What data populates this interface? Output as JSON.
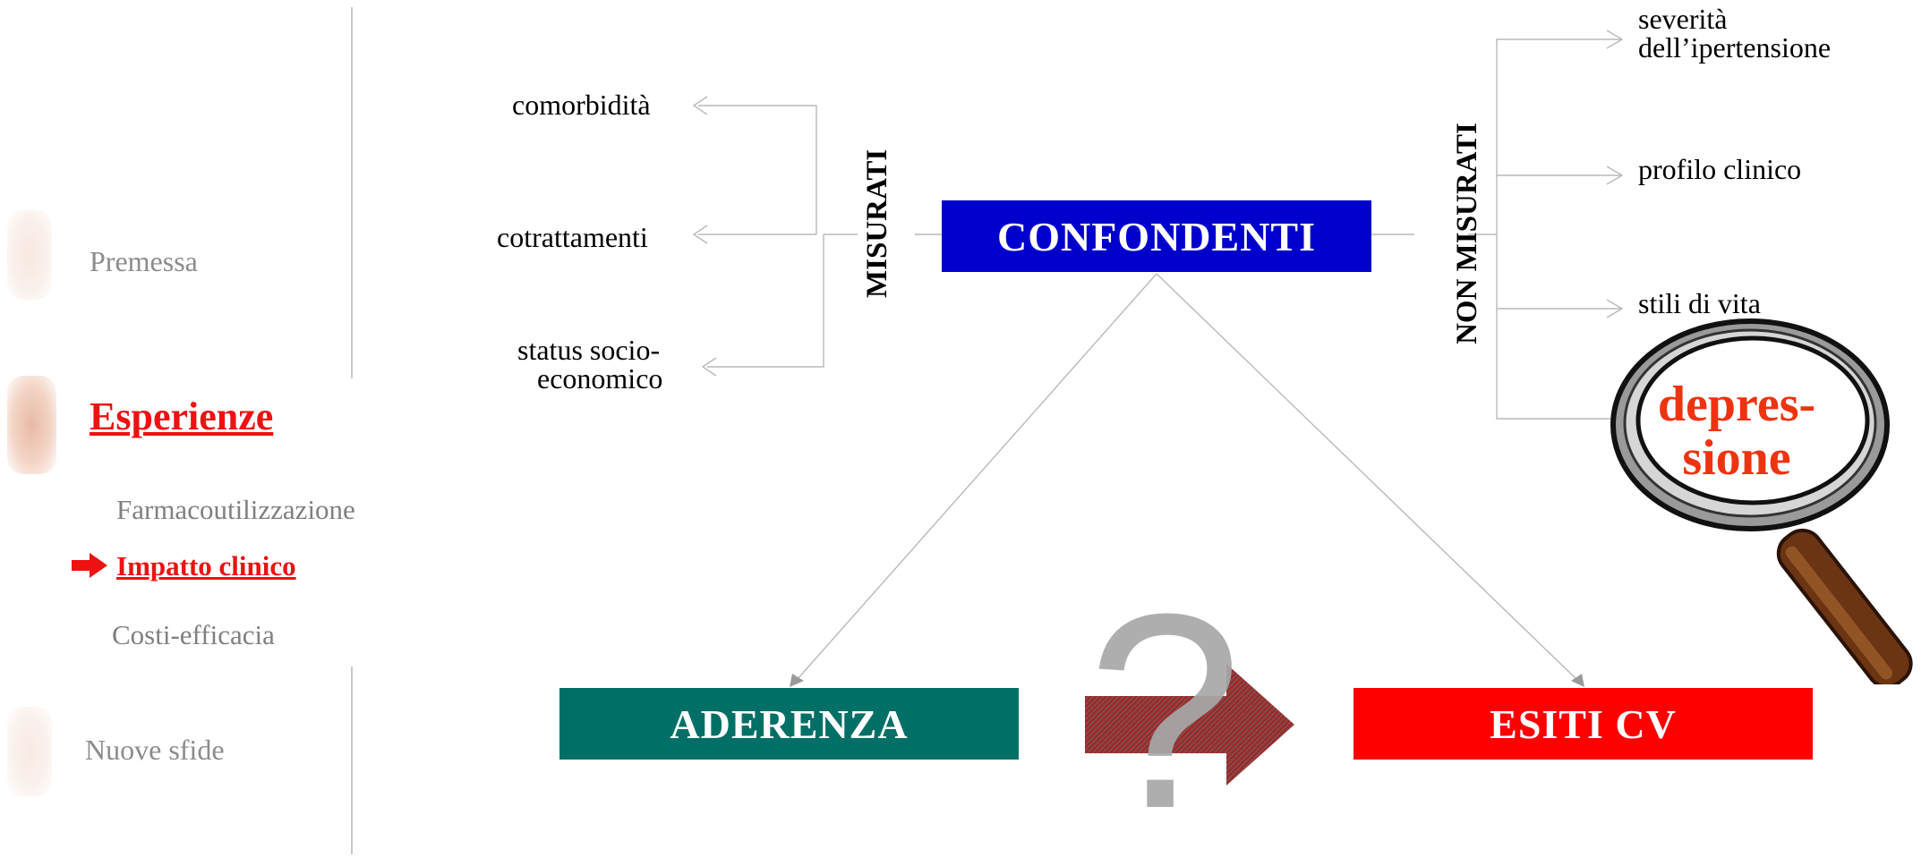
{
  "sidebar": {
    "items": [
      {
        "label": "Premessa"
      },
      {
        "label": "Esperienze"
      },
      {
        "label": "Nuove sfide"
      }
    ],
    "subitems": [
      {
        "label": "Farmacoutilizzazione"
      },
      {
        "label": "Impatto clinico"
      },
      {
        "label": "Costi-efficacia"
      }
    ]
  },
  "diagram": {
    "measured_label": "MISURATI",
    "unmeasured_label": "NON MISURATI",
    "measured_items": [
      "comorbidità",
      "cotrattamenti",
      "status socio-",
      "economico"
    ],
    "unmeasured_items": [
      "severità",
      "dell’ipertensione",
      "profilo clinico",
      "stili di vita"
    ],
    "confounders_box": {
      "label": "CONFONDENTI",
      "color": "#0000cc"
    },
    "adherence_box": {
      "label": "ADERENZA",
      "color": "#007066"
    },
    "outcome_box": {
      "label": "ESITI CV",
      "color": "#ff0000"
    },
    "question_mark": "?",
    "magnifier_text": [
      "depres-",
      "sione"
    ],
    "accent_color": "#ee1111"
  }
}
